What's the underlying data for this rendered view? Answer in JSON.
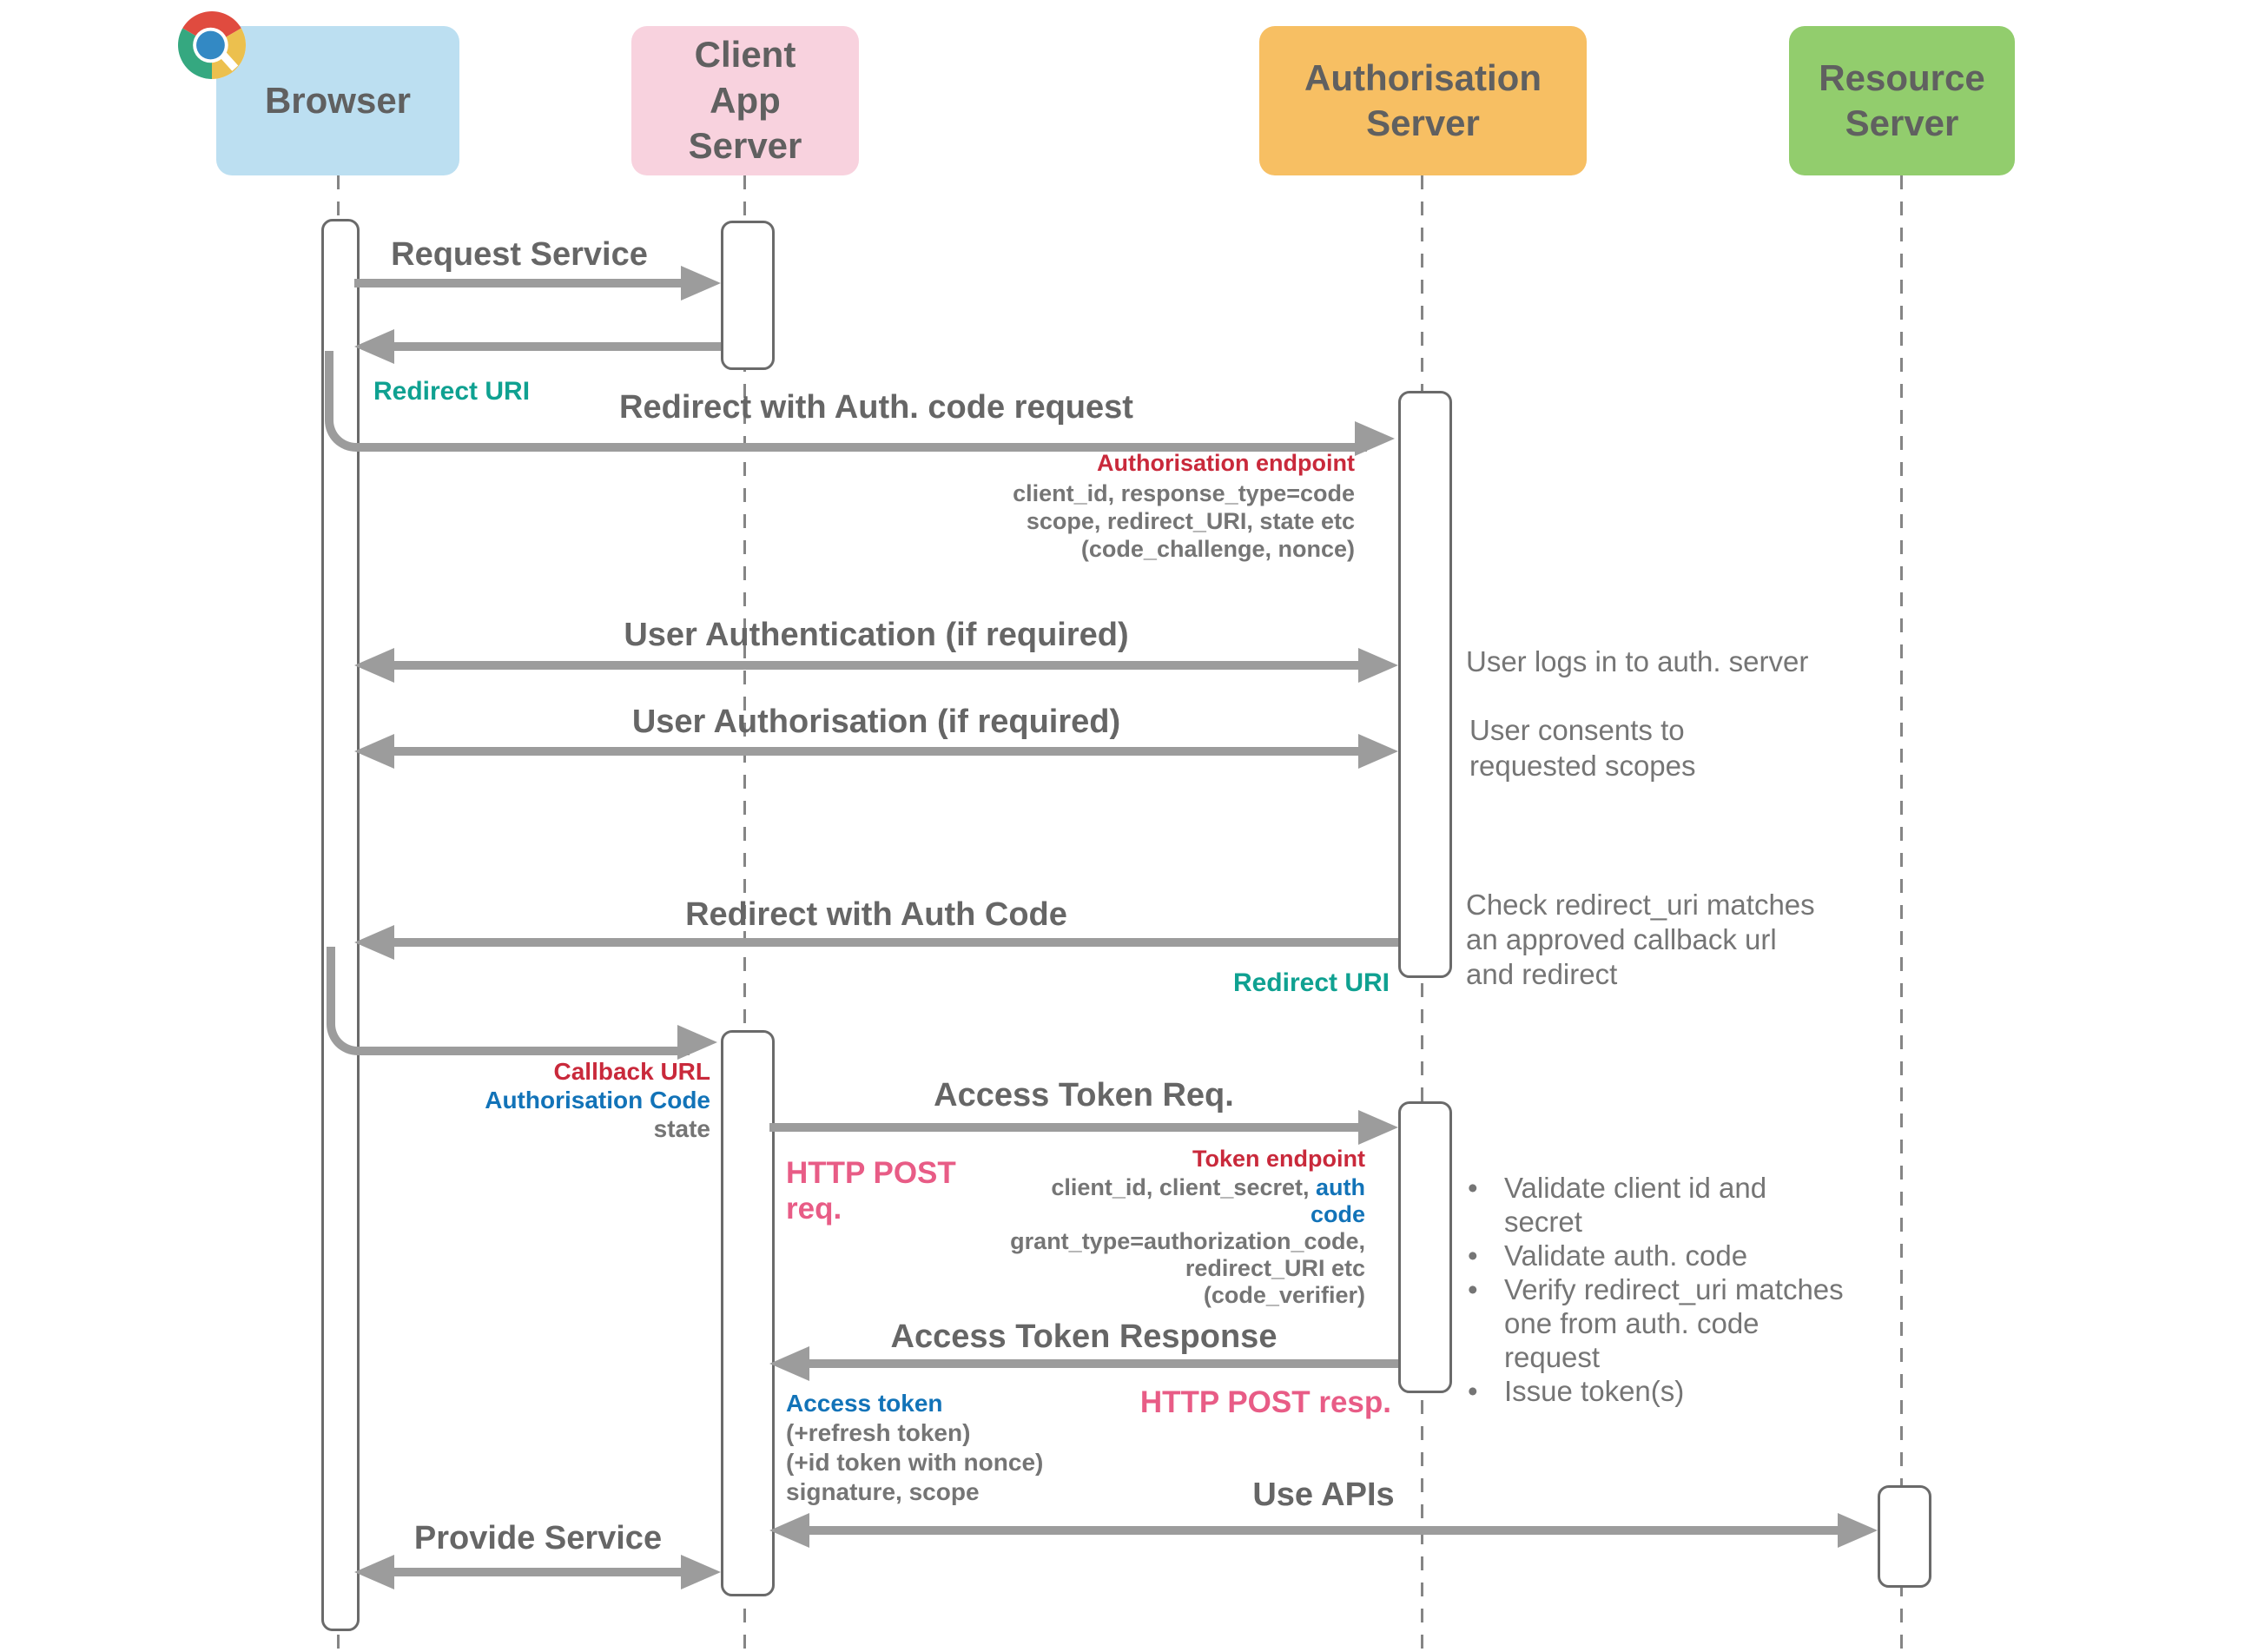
{
  "colors": {
    "browser-box": "#BCDFF1",
    "client-box": "#F8D2DE",
    "auth-box": "#F7BF63",
    "resource-box": "#92CD6D",
    "title-text": "#606060",
    "message-text": "#666666",
    "annotation-text": "#757575",
    "arrow": "#9C9C9C",
    "teal": "#0FA191",
    "red": "#C9293B",
    "blue": "#1273B8",
    "pink": "#E85C86"
  },
  "actors": [
    {
      "label": "Browser"
    },
    {
      "label": "Client App Server"
    },
    {
      "label": "Authorisation Server"
    },
    {
      "label": "Resource Server"
    }
  ],
  "icons": [
    {
      "name": "chrome-browser-icon"
    }
  ],
  "messages": {
    "request_service": "Request Service",
    "redirect_uri_label_1": "Redirect URI",
    "redirect_auth_code_request": "Redirect with Auth. code request",
    "auth_endpoint": "Authorisation endpoint",
    "auth_endpoint_params": [
      "client_id, response_type=code",
      "scope, redirect_URI, state etc",
      "(code_challenge, nonce)"
    ],
    "user_authentication": "User Authentication (if required)",
    "user_authorisation": "User Authorisation (if required)",
    "redirect_with_auth_code": "Redirect with Auth Code",
    "redirect_uri_label_2": "Redirect URI",
    "callback_url": "Callback URL",
    "authorisation_code": "Authorisation Code",
    "state": "state",
    "access_token_req": "Access Token Req.",
    "http_post_req_lines": [
      "HTTP POST",
      "req."
    ],
    "token_endpoint": "Token endpoint",
    "token_params_prefix": "client_id, client_secret, ",
    "token_params_auth_code": "auth code",
    "token_params": [
      "grant_type=authorization_code,",
      "redirect_URI etc",
      "(code_verifier)"
    ],
    "access_token_response": "Access Token Response",
    "http_post_resp": "HTTP POST resp.",
    "access_token": "Access token",
    "access_token_lines": [
      "(+refresh token)",
      "(+id token with nonce)",
      "signature, scope"
    ],
    "use_apis": "Use APIs",
    "provide_service": "Provide Service"
  },
  "annotations": {
    "logs_in": "User logs in to auth. server",
    "consents": [
      "User consents to",
      "requested scopes"
    ],
    "check_redirect": [
      "Check redirect_uri matches",
      "an approved callback url",
      "and redirect"
    ],
    "bullets": [
      "Validate client id and secret",
      "Validate auth. code",
      "Verify redirect_uri matches one from auth. code request",
      "Issue token(s)"
    ]
  }
}
